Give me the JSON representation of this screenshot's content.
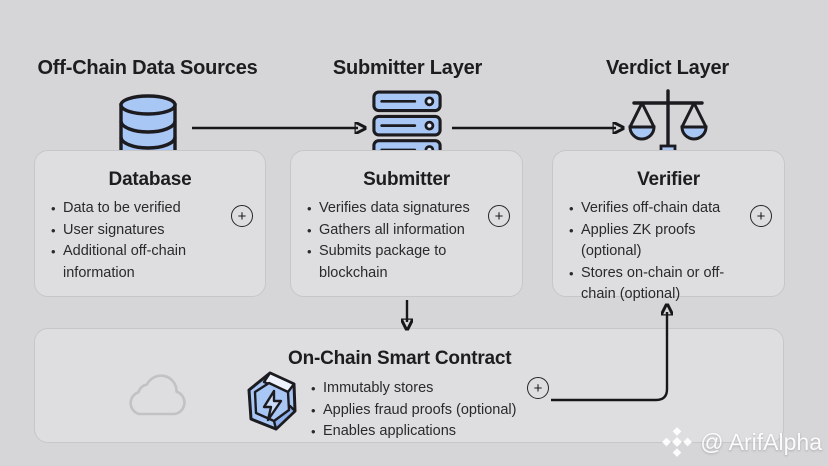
{
  "colors": {
    "background": "#d6d6d8",
    "card_background": "#dedee0",
    "card_border": "#c7c7ca",
    "accent_blue": "#a9c7f5",
    "icon_outline": "#1b1b20",
    "arrow": "#17171a",
    "watermark_text": "#ffffff"
  },
  "headers": {
    "offchain": "Off-Chain Data Sources",
    "submitter": "Submitter Layer",
    "verdict": "Verdict Layer"
  },
  "cards": {
    "database": {
      "title": "Database",
      "bullets": [
        "Data to be verified",
        "User signatures",
        "Additional off-chain information"
      ]
    },
    "submitter": {
      "title": "Submitter",
      "bullets": [
        "Verifies data signatures",
        "Gathers all information",
        "Submits package to blockchain"
      ]
    },
    "verifier": {
      "title": "Verifier",
      "bullets": [
        "Verifies off-chain data",
        "Applies ZK proofs (optional)",
        "Stores on-chain or off-chain (optional)"
      ]
    },
    "contract": {
      "title": "On-Chain Smart Contract",
      "bullets": [
        "Immutably stores",
        "Applies fraud proofs (optional)",
        "Enables applications"
      ]
    }
  },
  "expand_label": "+",
  "watermark": {
    "text": "@ ArifAlpha"
  },
  "icons": [
    "database-icon",
    "server-stack-icon",
    "justice-scales-icon",
    "cloud-icon",
    "smart-contract-hexagon-icon",
    "plus-expand-icon",
    "binance-logo-icon",
    "arrow-connectors"
  ]
}
